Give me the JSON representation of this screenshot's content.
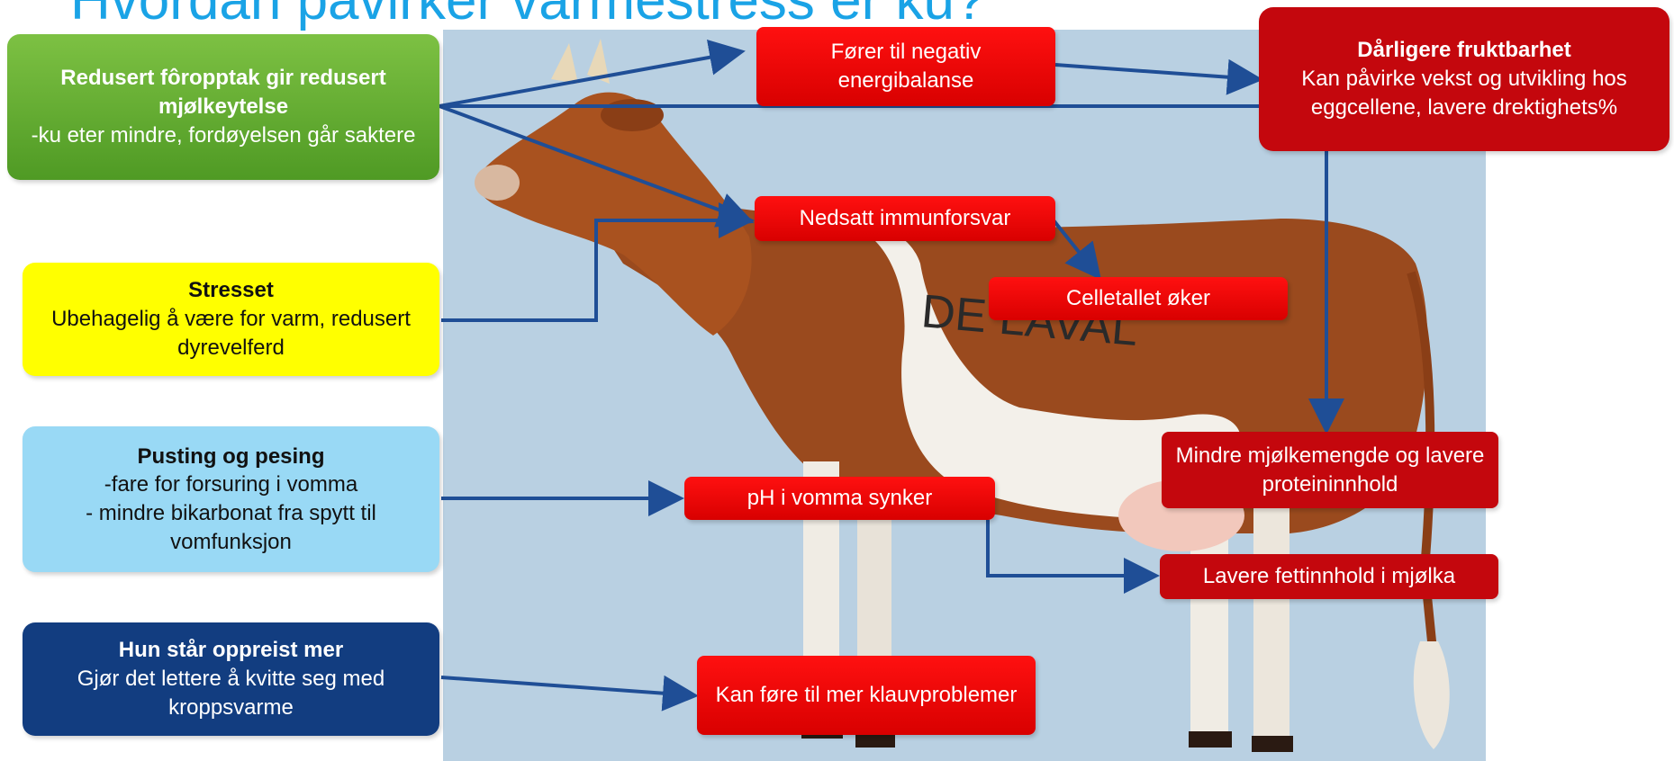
{
  "title": "Hvordan påvirker varmestress er ku?",
  "photo": {
    "watermark": "DE LAVAL",
    "colors": {
      "background": "#b9d0e2",
      "cow": "#9a4a1e",
      "white_patch": "#f3f0ea"
    }
  },
  "left_boxes": [
    {
      "heading": "Redusert fôropptak gir redusert mjølkeytelse",
      "text": "-ku eter mindre, fordøyelsen går saktere",
      "color": "#6bb536"
    },
    {
      "heading": "Stresset",
      "text": "Ubehagelig å være for varm, redusert dyrevelferd",
      "color": "#ffff00"
    },
    {
      "heading": "Pusting og pesing",
      "text_lines": [
        "-fare for forsuring i vomma",
        "- mindre bikarbonat fra spytt til vomfunksjon"
      ],
      "color": "#99d9f5"
    },
    {
      "heading": "Hun står oppreist mer",
      "text": "Gjør det lettere å kvitte seg med kroppsvarme",
      "color": "#123d80"
    }
  ],
  "effect_boxes": {
    "energy": "Fører til negativ energibalanse",
    "immune": "Nedsatt immunforsvar",
    "cellcount": "Celletallet øker",
    "ph": "pH i vomma synker",
    "hoof": "Kan føre til mer klauvproblemer",
    "milk": "Mindre mjølkemengde og lavere proteininnhold",
    "fat": "Lavere fettinnhold i mjølka"
  },
  "fertility": {
    "heading": "Dårligere fruktbarhet",
    "text": "Kan påvirke vekst og utvikling hos eggcellene, lavere drektighets%"
  },
  "colors": {
    "arrow": "#1f4e96",
    "red_box": "#ee0000",
    "dark_red_box": "#c4070d",
    "title": "#1aa3e6"
  }
}
